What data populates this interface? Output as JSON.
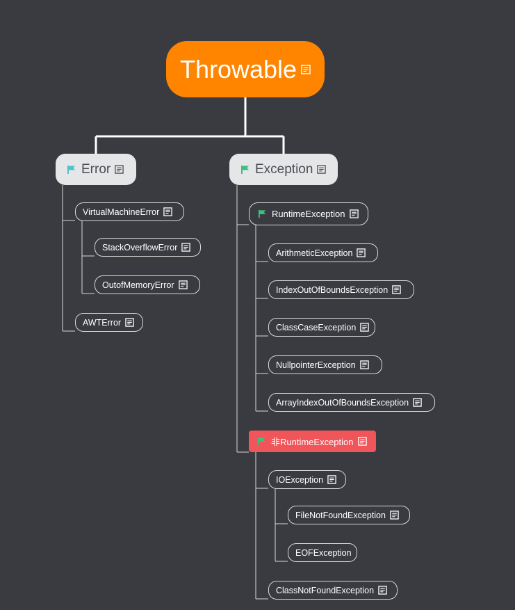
{
  "root": {
    "label": "Throwable"
  },
  "error": {
    "label": "Error",
    "children": {
      "virtual_machine_error": {
        "label": "VirtualMachineError",
        "children": {
          "stack_overflow_error": "StackOverflowError",
          "out_of_memory_error": "OutofMemoryError"
        }
      },
      "awt_error": "AWTError"
    }
  },
  "exception": {
    "label": "Exception",
    "runtime_exception": {
      "label": "RuntimeException",
      "children": {
        "arithmetic": "ArithmeticException",
        "index_out_of_bounds": "IndexOutOfBoundsException",
        "class_case": "ClassCaseException",
        "null_pointer": "NullpointerException",
        "array_index_out_of_bounds": "ArrayIndexOutOfBoundsException"
      }
    },
    "non_runtime_exception": {
      "label": "非RuntimeException",
      "children": {
        "io_exception": {
          "label": "IOException",
          "children": {
            "file_not_found": "FileNotFoundException",
            "eof": "EOFException"
          }
        },
        "class_not_found": "ClassNotFoundException"
      }
    }
  },
  "colors": {
    "background": "#393b40",
    "root": "#ff8500",
    "level1": "#e5e6e8",
    "highlight": "#f0555a",
    "flag_teal": "#4fc1c8",
    "flag_green": "#3fbf7f"
  },
  "icons": {
    "note": "note-icon",
    "flag": "flag-icon"
  }
}
